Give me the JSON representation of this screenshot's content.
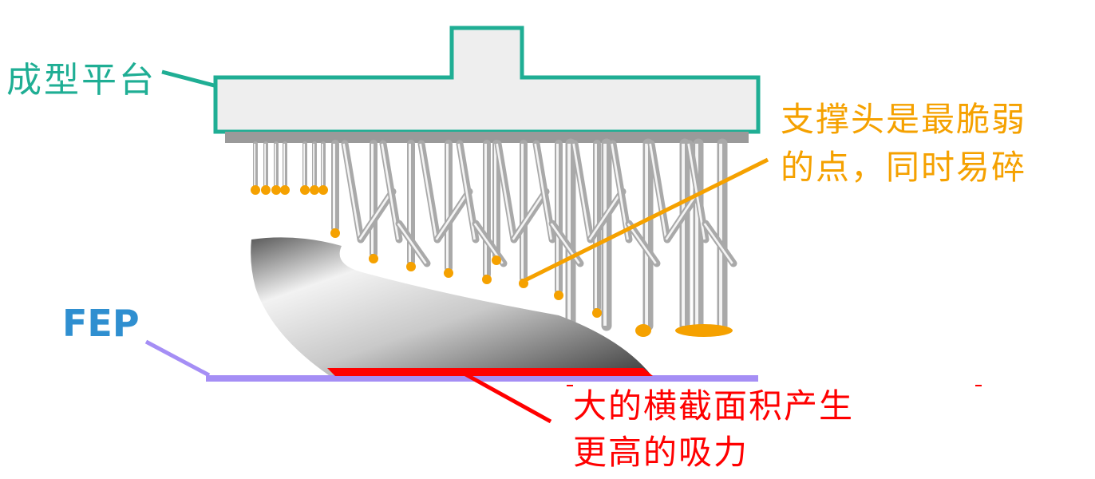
{
  "labels": {
    "platform": "成型平台",
    "support_tip_line1": "支撑头是最脆弱",
    "support_tip_line2": "的点，同时易碎",
    "fep": "FEP",
    "area_line1": "大的横截面积产生",
    "area_line2": "更高的吸力"
  },
  "colors": {
    "platform": "#1fae94",
    "support_tip": "#f5a100",
    "fep": "#2f8fd0",
    "fep_film": "#a58ef5",
    "area": "#ff0000"
  }
}
